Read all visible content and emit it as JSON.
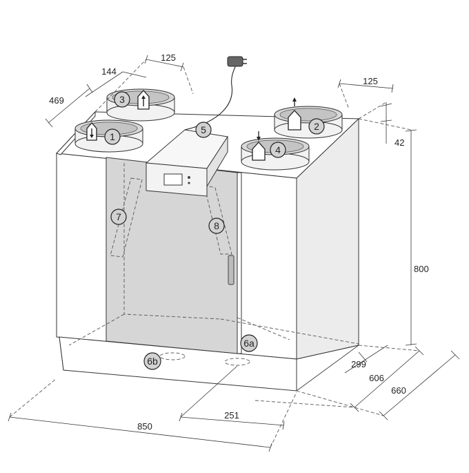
{
  "callouts": {
    "c1": "1",
    "c2": "2",
    "c3": "3",
    "c4": "4",
    "c5": "5",
    "c6a": "6a",
    "c6b": "6b",
    "c7": "7",
    "c8": "8"
  },
  "dimensions": {
    "d125_left": "125",
    "d144": "144",
    "d469": "469",
    "d125_right": "125",
    "d42": "42",
    "d800": "800",
    "d299": "299",
    "d606": "606",
    "d660": "660",
    "d251": "251",
    "d850": "850"
  },
  "icons": [
    "power-plug-icon",
    "air-arrow-up-icon",
    "air-arrow-down-icon",
    "control-display-icon"
  ]
}
